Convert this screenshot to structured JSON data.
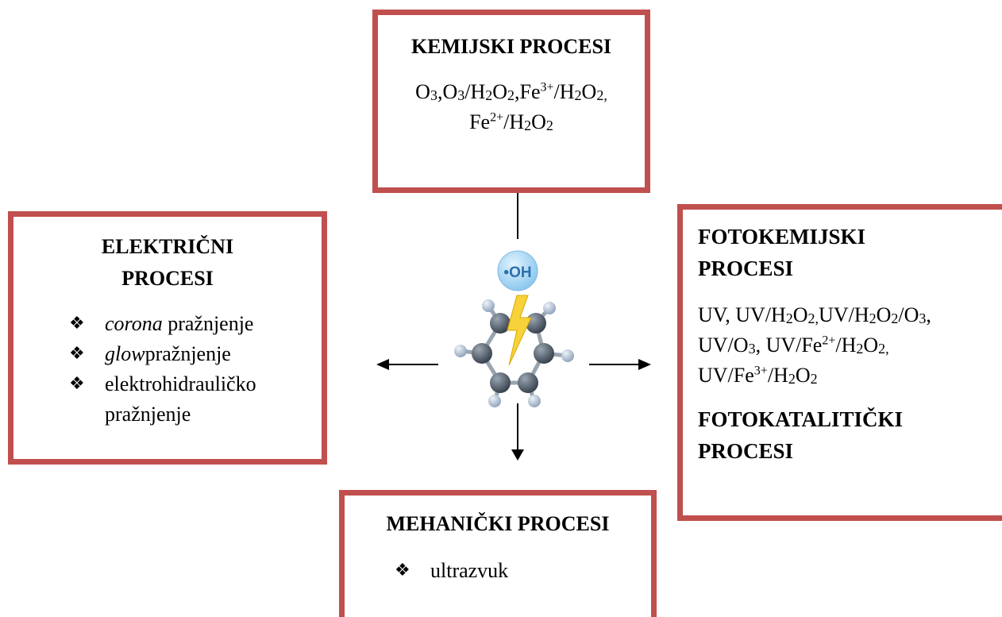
{
  "chemical": {
    "title": "KEMIJSKI PROCESI",
    "line1": [
      {
        "t": "O"
      },
      {
        "sub": "3"
      },
      {
        "t": ",O"
      },
      {
        "sub": "3"
      },
      {
        "t": "/H"
      },
      {
        "sub": "2"
      },
      {
        "t": "O"
      },
      {
        "sub": "2"
      },
      {
        "t": ",Fe"
      },
      {
        "sup": "3+"
      },
      {
        "t": "/H"
      },
      {
        "sub": "2"
      },
      {
        "t": "O"
      },
      {
        "sub": "2,"
      }
    ],
    "line2": [
      {
        "t": "Fe"
      },
      {
        "sup": "2+"
      },
      {
        "t": "/H"
      },
      {
        "sub": "2"
      },
      {
        "t": "O"
      },
      {
        "sub": "2"
      }
    ]
  },
  "electric": {
    "title_line1": "ELEKTRIČNI",
    "title_line2": "PROCESI",
    "items": [
      {
        "italic": "corona",
        "rest": " pražnjenje"
      },
      {
        "italic": "glow",
        "rest": "pražnjenje"
      },
      {
        "italic": "",
        "rest": "elektrohidrauličko"
      },
      {
        "italic": "",
        "rest": "pražnjenje",
        "continuation": true
      }
    ],
    "bullet_glyph": "❖"
  },
  "photochemical": {
    "title_line1": "FOTOKEMIJSKI",
    "title_line2": "PROCESI",
    "line1": [
      {
        "t": "UV, UV/H"
      },
      {
        "sub": "2"
      },
      {
        "t": "O"
      },
      {
        "sub": "2,"
      },
      {
        "t": "UV/H"
      },
      {
        "sub": "2"
      },
      {
        "t": "O"
      },
      {
        "sub": "2"
      },
      {
        "t": "/O"
      },
      {
        "sub": "3"
      },
      {
        "t": ","
      }
    ],
    "line2": [
      {
        "t": "UV/O"
      },
      {
        "sub": "3"
      },
      {
        "t": ", UV/Fe"
      },
      {
        "sup": "2+"
      },
      {
        "t": "/H"
      },
      {
        "sub": "2"
      },
      {
        "t": "O"
      },
      {
        "sub": "2,"
      }
    ],
    "line3": [
      {
        "t": "UV/Fe"
      },
      {
        "sup": "3+"
      },
      {
        "t": "/H"
      },
      {
        "sub": "2"
      },
      {
        "t": "O"
      },
      {
        "sub": "2"
      }
    ],
    "cat_title_line1": "FOTOKATALITIČKI",
    "cat_title_line2": "PROCESI"
  },
  "mechanical": {
    "title": "MEHANIČKI PROCESI",
    "items": [
      "ultrazvuk"
    ]
  },
  "center": {
    "radical_label": "•OH"
  },
  "colors": {
    "box_border": "#c0504d",
    "radical_bubble": "#9fd3f2",
    "atom_dark": "#4a5561",
    "atom_light": "#b9c6d6",
    "bolt": "#f7d23a"
  }
}
